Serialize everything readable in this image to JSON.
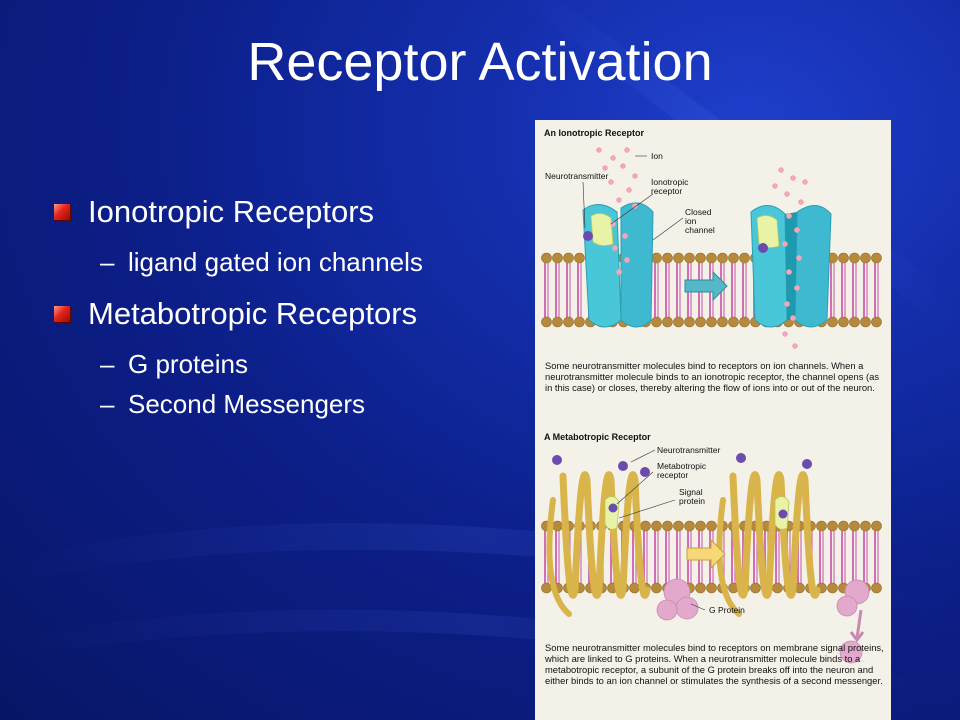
{
  "slide": {
    "title": "Receptor Activation",
    "bullets": [
      {
        "text": "Ionotropic Receptors",
        "sub": [
          "ligand gated ion channels"
        ]
      },
      {
        "text": "Metabotropic Receptors",
        "sub": [
          "G proteins",
          "Second Messengers"
        ]
      }
    ]
  },
  "figure": {
    "ionotropic": {
      "heading": "An Ionotropic Receptor",
      "labels": {
        "ion": "Ion",
        "neurotransmitter": "Neurotransmitter",
        "ionotropic_receptor": "Ionotropic\nreceptor",
        "closed_channel": "Closed\nion\nchannel"
      },
      "caption": "Some neurotransmitter molecules bind to receptors on ion channels. When a neurotransmitter molecule binds to an ionotropic receptor, the channel opens (as in this case) or closes, thereby altering the flow of ions into or out of the neuron."
    },
    "metabotropic": {
      "heading": "A Metabotropic Receptor",
      "labels": {
        "neurotransmitter": "Neurotransmitter",
        "metabotropic_receptor": "Metabotropic\nreceptor",
        "signal_protein": "Signal\nprotein",
        "g_protein": "G Protein"
      },
      "caption": "Some neurotransmitter molecules bind to receptors on membrane signal proteins, which are linked to G proteins. When a neurotransmitter molecule binds to a metabotropic receptor, a subunit of the G protein breaks off into the neuron and either binds to an ion channel or stimulates the synthesis of a second messenger."
    }
  },
  "colors": {
    "background": "#0c1f8a",
    "bullet": "#e2231a",
    "channel": "#49c6d8",
    "membrane_head": "#b68a3a",
    "membrane_tail": "#d06fb5",
    "receptor_coil": "#e6c766",
    "ion": "#f2a7b8",
    "neurotransmitter": "#6a4bb0",
    "g_protein": "#e3a9cc"
  }
}
